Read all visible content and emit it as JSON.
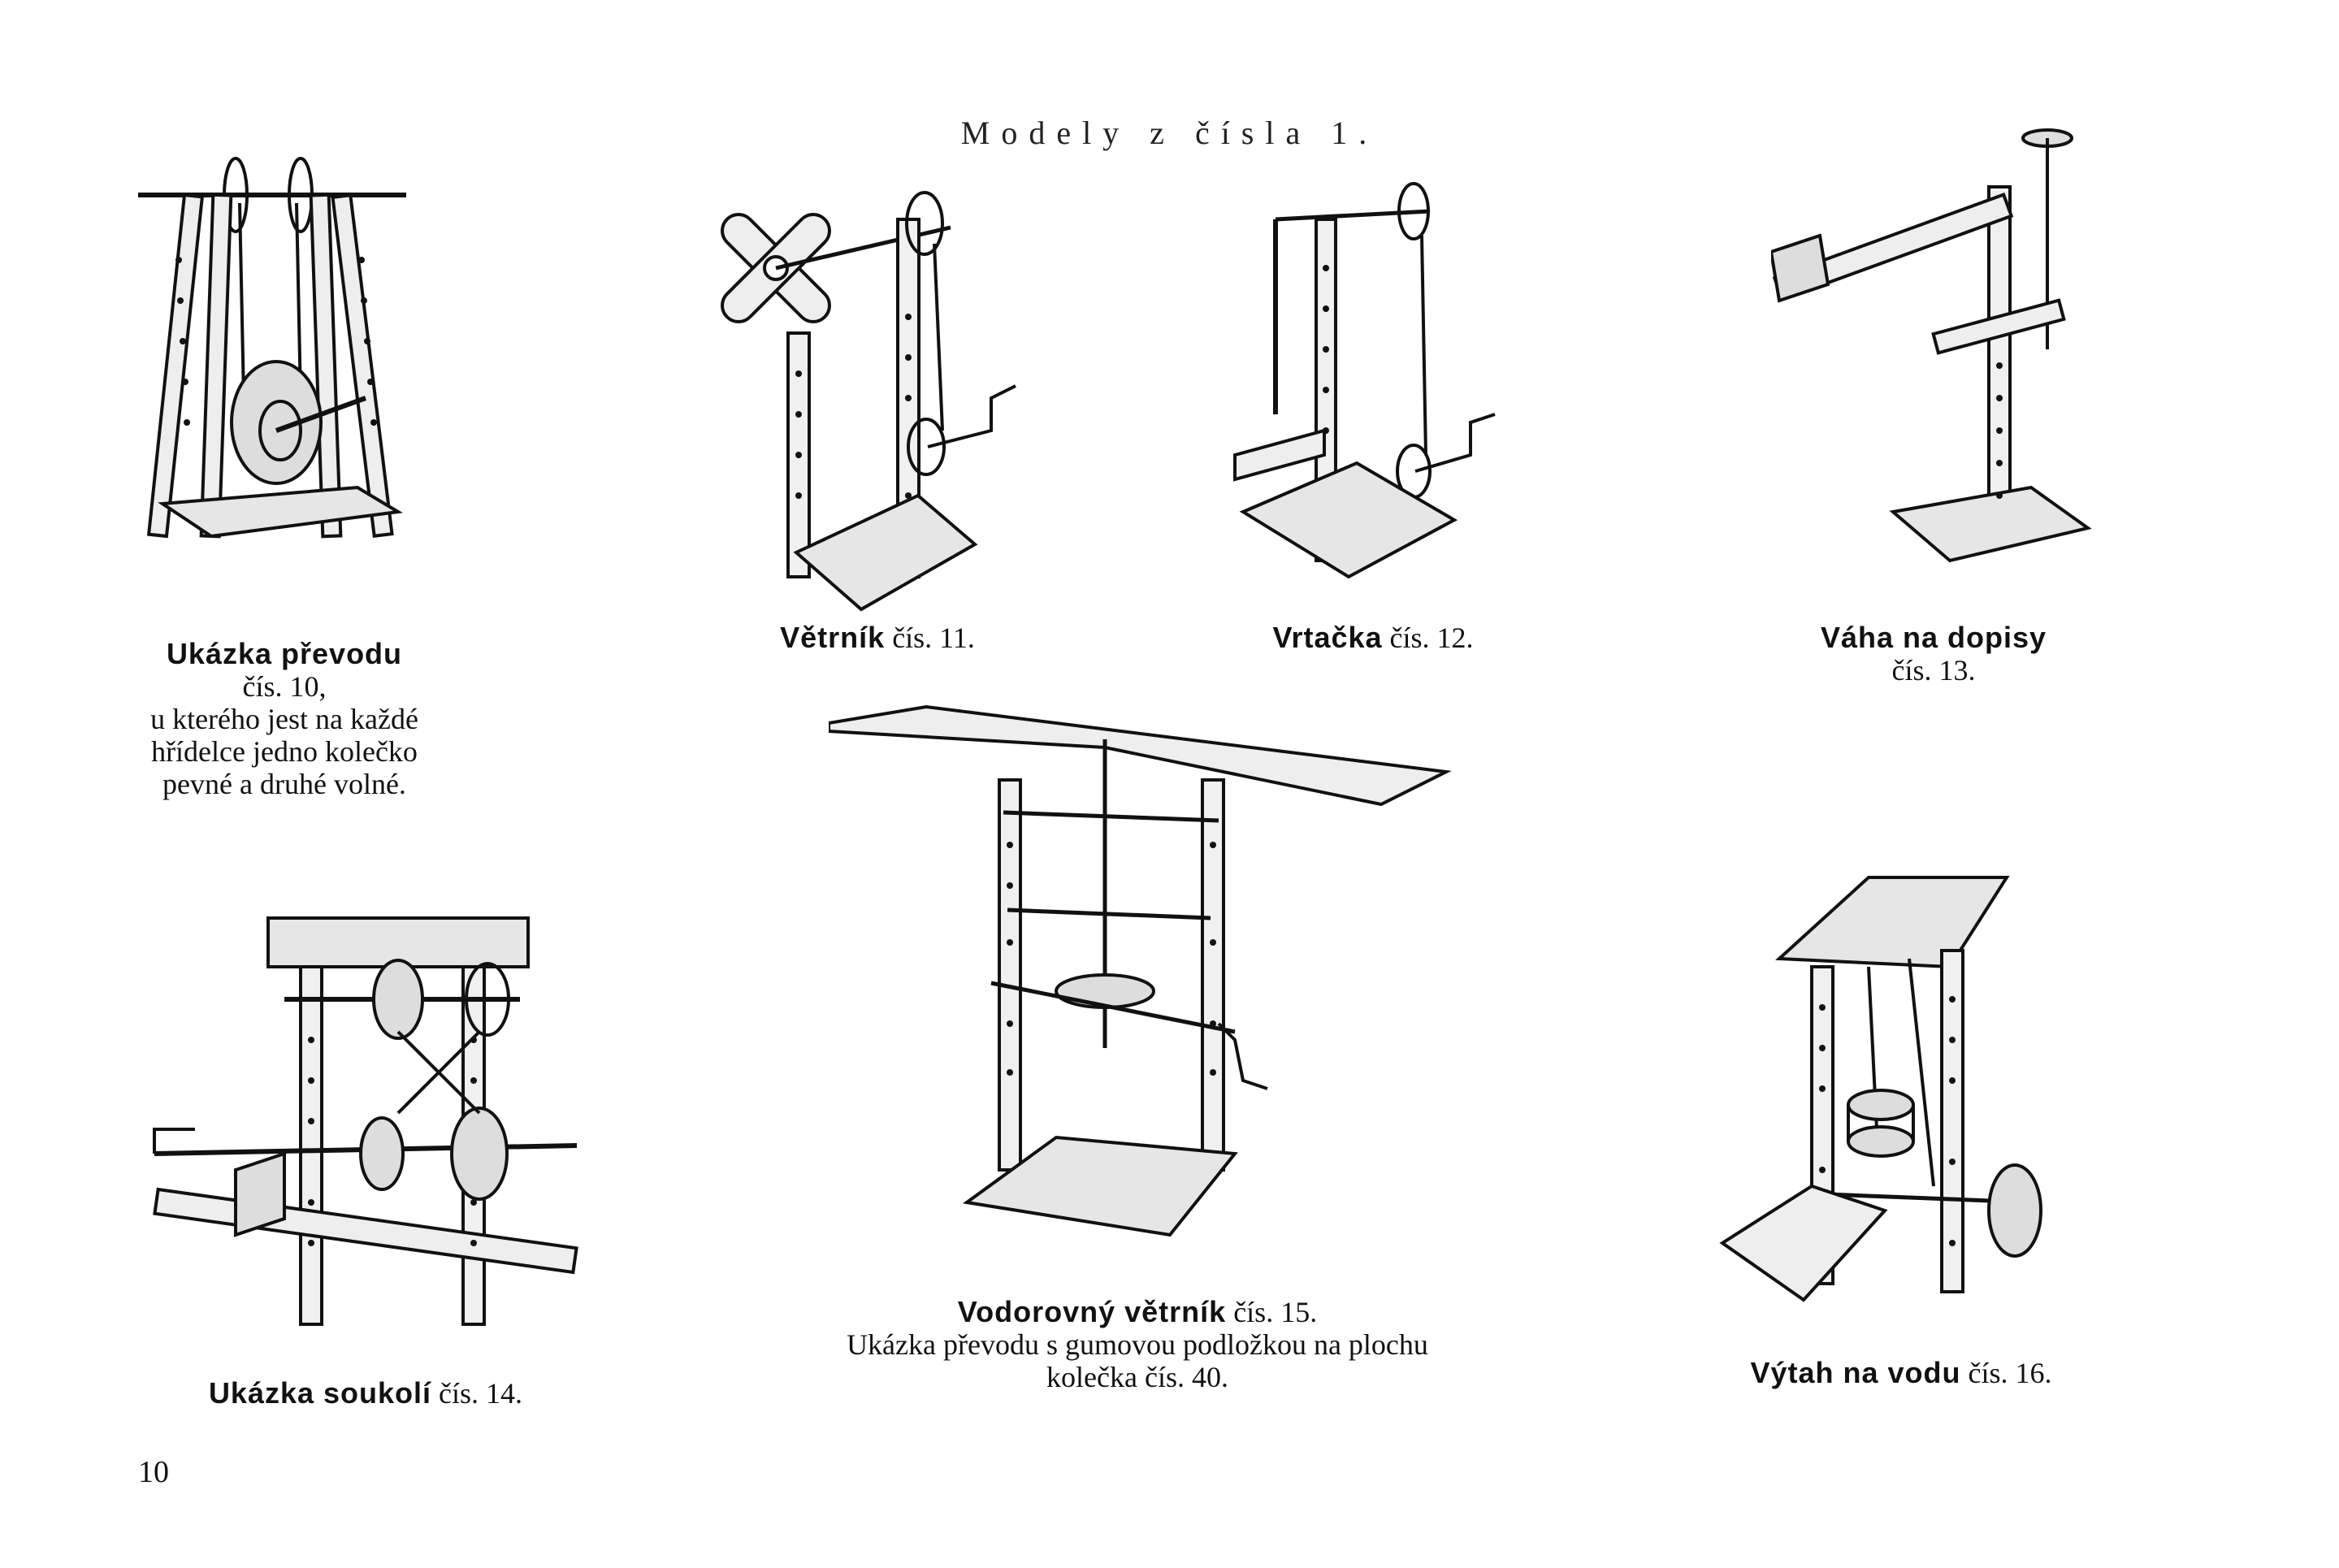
{
  "header": {
    "title": "Modely z čísla 1."
  },
  "models": {
    "m10": {
      "name": "Ukázka převodu",
      "num": "čís. 10,",
      "desc": [
        "u kterého jest na každé",
        "hřídelce jedno kolečko",
        "pevné a druhé volné."
      ],
      "icon": "meccano-transmission-model"
    },
    "m11": {
      "name": "Větrník",
      "num": "čís. 11.",
      "icon": "meccano-windmill-model"
    },
    "m12": {
      "name": "Vrtačka",
      "num": "čís. 12.",
      "icon": "meccano-drill-model"
    },
    "m13": {
      "name": "Váha na dopisy",
      "num": "čís. 13.",
      "icon": "meccano-letter-scale-model"
    },
    "m14": {
      "name": "Ukázka soukolí",
      "num": "čís. 14.",
      "icon": "meccano-gear-model"
    },
    "m15": {
      "name": "Vodorovný větrník",
      "num": "čís. 15.",
      "desc": [
        "Ukázka převodu s gumovou podložkou na plochu",
        "kolečka čís. 40."
      ],
      "icon": "meccano-horizontal-windmill-model"
    },
    "m16": {
      "name": "Výtah na vodu",
      "num": "čís. 16.",
      "icon": "meccano-water-lift-model"
    }
  },
  "footer": {
    "page_number": "10"
  }
}
